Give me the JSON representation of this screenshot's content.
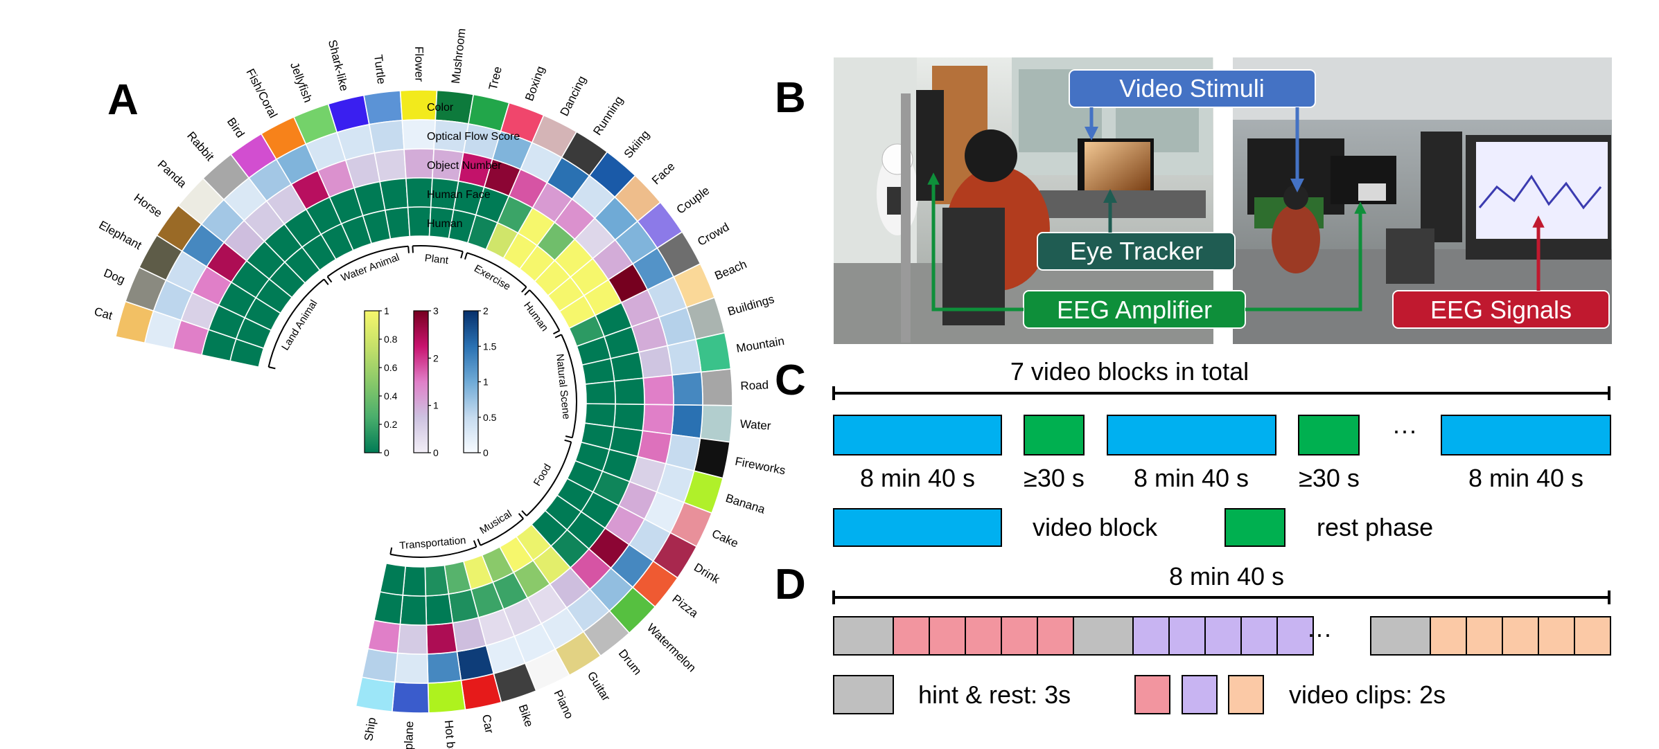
{
  "panel_labels": {
    "a": "A",
    "b": "B",
    "c": "C",
    "d": "D"
  },
  "panel_a": {
    "ring_labels": [
      "Color",
      "Optical Flow Score",
      "Object Number",
      "Human Face",
      "Human"
    ],
    "categories": [
      "Cat",
      "Dog",
      "Elephant",
      "Horse",
      "Panda",
      "Rabbit",
      "Bird",
      "Fish/Coral",
      "Jellyfish",
      "Shark-like",
      "Turtle",
      "Flower",
      "Mushroom",
      "Tree",
      "Boxing",
      "Dancing",
      "Running",
      "Skiing",
      "Face",
      "Couple",
      "Crowd",
      "Beach",
      "Buildings",
      "Mountain",
      "Road",
      "Water",
      "Fireworks",
      "Banana",
      "Cake",
      "Drink",
      "Pizza",
      "Watermelon",
      "Drum",
      "Guitar",
      "Piano",
      "Bike",
      "Car",
      "Hot balloon",
      "Airplane",
      "Ship"
    ],
    "category_colors": [
      "#f2c064",
      "#8a8a80",
      "#5e5c48",
      "#9a6a26",
      "#ecebe2",
      "#a7a7a7",
      "#d24ed0",
      "#f7821a",
      "#74d26a",
      "#3a1ff0",
      "#5b93d6",
      "#f2ea1c",
      "#0d7a3c",
      "#22a64a",
      "#f0466c",
      "#d4b4b6",
      "#3a3a3a",
      "#1a5aa8",
      "#eebd8b",
      "#8c7ae8",
      "#6e6e6e",
      "#fad898",
      "#aab4b0",
      "#3ac28a",
      "#a6a6a6",
      "#b2cece",
      "#111111",
      "#b0f02a",
      "#e8909a",
      "#a8284e",
      "#ef5a32",
      "#56c040",
      "#bcbcbc",
      "#e2d283",
      "#f6f6f6",
      "#3f3f3f",
      "#e61a1a",
      "#aef21e",
      "#3a5ccc",
      "#9ce6f8"
    ],
    "groups": [
      {
        "label": "Land Animal",
        "start": 0,
        "end": 6
      },
      {
        "label": "Water Animal",
        "start": 6,
        "end": 11
      },
      {
        "label": "Plant",
        "start": 11,
        "end": 14
      },
      {
        "label": "Exercise",
        "start": 14,
        "end": 18
      },
      {
        "label": "Human",
        "start": 18,
        "end": 21
      },
      {
        "label": "Natural Scene",
        "start": 21,
        "end": 27
      },
      {
        "label": "Food",
        "start": 27,
        "end": 32
      },
      {
        "label": "Musical",
        "start": 32,
        "end": 35
      },
      {
        "label": "Transportation",
        "start": 35,
        "end": 40
      }
    ],
    "optical_flow": [
      0.25,
      0.55,
      0.45,
      1.3,
      0.7,
      0.3,
      0.7,
      0.9,
      0.35,
      0.35,
      0.5,
      0.15,
      0.4,
      0.5,
      0.9,
      0.35,
      1.5,
      0.4,
      1.0,
      0.9,
      1.2,
      0.5,
      0.6,
      0.5,
      1.3,
      1.5,
      0.5,
      0.35,
      0.2,
      0.5,
      1.3,
      0.8,
      0.5,
      0.25,
      0.2,
      0.2,
      1.9,
      1.3,
      0.3,
      0.6
    ],
    "object_number": [
      1.5,
      0.5,
      1.5,
      2.5,
      0.8,
      0.6,
      0.6,
      2.4,
      1.3,
      0.6,
      0.5,
      1.0,
      1.0,
      2.3,
      2.8,
      1.8,
      1.2,
      1.3,
      0.4,
      1.0,
      3.0,
      1.0,
      1.0,
      0.7,
      1.5,
      1.5,
      1.6,
      0.5,
      1.0,
      1.2,
      2.8,
      1.8,
      0.8,
      0.3,
      0.4,
      0.3,
      0.8,
      2.5,
      0.6,
      1.5
    ],
    "human_face": [
      0,
      0,
      0,
      0,
      0,
      0,
      0,
      0,
      0,
      0,
      0,
      0,
      0,
      0,
      0,
      0.2,
      1.0,
      0.4,
      1.0,
      1.0,
      1.0,
      0,
      0,
      0,
      0,
      0,
      0,
      0,
      0.05,
      0,
      0,
      0.05,
      0.9,
      0.5,
      0.2,
      0.2,
      0.1,
      0,
      0,
      0
    ],
    "human": [
      0,
      0,
      0,
      0,
      0,
      0,
      0,
      0,
      0,
      0,
      0,
      0,
      0,
      0,
      0.05,
      0.8,
      1.0,
      1.0,
      1.0,
      1.0,
      1.0,
      0.15,
      0,
      0,
      0,
      0,
      0,
      0,
      0,
      0,
      0,
      0,
      0.95,
      1.0,
      0.5,
      0.95,
      0.3,
      0.1,
      0,
      0
    ],
    "colorbars": [
      {
        "ticks": [
          "1",
          "0.8",
          "0.6",
          "0.4",
          "0.2",
          "0"
        ],
        "colors": [
          "#f6f76c",
          "#c6e16a",
          "#8ac96a",
          "#4aae6c",
          "#007b55"
        ]
      },
      {
        "ticks": [
          "3",
          "2",
          "1",
          "0"
        ],
        "colors": [
          "#76001f",
          "#c8136f",
          "#e07fc8",
          "#cdc2e0",
          "#f2eef6"
        ]
      },
      {
        "ticks": [
          "2",
          "1.5",
          "1",
          "0.5",
          "0"
        ],
        "colors": [
          "#07306b",
          "#2a71b2",
          "#6faad6",
          "#c6dbef",
          "#f7fbff"
        ]
      }
    ]
  },
  "panel_b": {
    "callouts": {
      "video_stimuli": "Video Stimuli",
      "eye_tracker": "Eye Tracker",
      "eeg_amplifier": "EEG Amplifier",
      "eeg_signals": "EEG Signals"
    },
    "colors": {
      "video_stimuli": "#4472c4",
      "eye_tracker": "#1f5c52",
      "eeg_amplifier": "#0e8f3a",
      "eeg_signals": "#c0192f"
    }
  },
  "panel_c": {
    "span_label": "7 video blocks in total",
    "block_labels": [
      "8 min 40 s",
      "≥30 s",
      "8 min 40 s",
      "≥30 s",
      "8 min 40 s"
    ],
    "ellipsis": "···",
    "legend": {
      "video": "video block",
      "rest": "rest phase"
    },
    "colors": {
      "video": "#00b0f0",
      "rest": "#00b050"
    }
  },
  "panel_d": {
    "span_label": "8 min 40 s",
    "ellipsis": "···",
    "legend": {
      "hint": "hint & rest: 3s",
      "clips": "video clips: 2s"
    },
    "colors": {
      "hint": "#bfbfbf",
      "clip_red": "#f2959f",
      "clip_purple": "#c8b4f2",
      "clip_orange": "#fbc9a6"
    }
  }
}
